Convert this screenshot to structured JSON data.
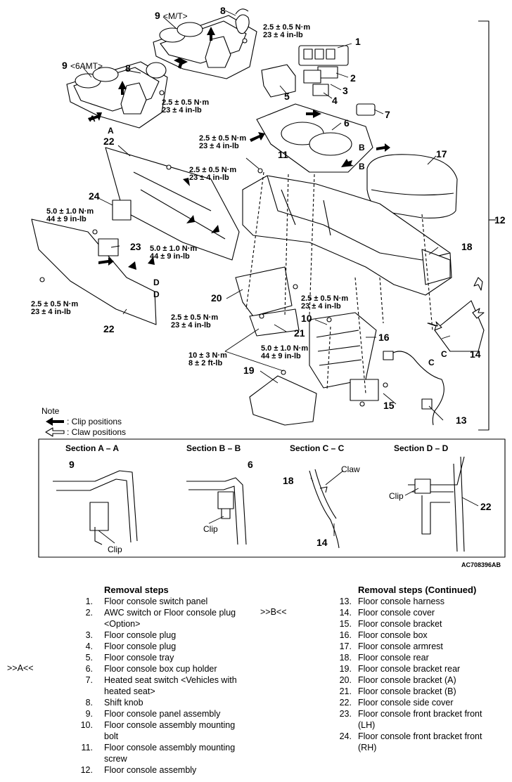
{
  "part_labels": {
    "p1": "1",
    "p2": "2",
    "p3": "3",
    "p4": "4",
    "p5": "5",
    "p6": "6",
    "p7": "7",
    "p8a": "8",
    "p8b": "8",
    "p9mt": "9",
    "p9mt_note": "<M/T>",
    "p9amt": "9",
    "p9amt_note": "<6AMT>",
    "p10": "10",
    "p11": "11",
    "p12": "12",
    "p13": "13",
    "p14": "14",
    "p15": "15",
    "p16": "16",
    "p17": "17",
    "p18": "18",
    "p19": "19",
    "p20": "20",
    "p21": "21",
    "p22a": "22",
    "p22b": "22",
    "p23": "23",
    "p24": "24",
    "sec_a1": "A",
    "sec_a2": "A",
    "sec_b1": "B",
    "sec_b2": "B",
    "sec_c1": "C",
    "sec_c2": "C",
    "sec_d1": "D",
    "sec_d2": "D"
  },
  "torques": {
    "t1": [
      "2.5 ± 0.5 N·m",
      "23 ± 4 in-lb"
    ],
    "t2": [
      "2.5 ± 0.5 N·m",
      "23 ± 4 in-lb"
    ],
    "t3": [
      "2.5 ± 0.5 N·m",
      "23 ± 4 in-lb"
    ],
    "t4": [
      "2.5 ± 0.5 N·m",
      "23 ± 4 in-lb"
    ],
    "t5": [
      "5.0 ± 1.0 N·m",
      "44 ± 9 in-lb"
    ],
    "t6": [
      "5.0 ± 1.0 N·m",
      "44 ± 9 in-lb"
    ],
    "t7": [
      "2.5 ± 0.5 N·m",
      "23 ± 4 in-lb"
    ],
    "t8": [
      "2.5 ± 0.5 N·m",
      "23 ± 4 in-lb"
    ],
    "t9": [
      "2.5 ± 0.5 N·m",
      "23 ± 4 in-lb"
    ],
    "t10": [
      "5.0 ± 1.0 N·m",
      "44 ± 9 in-lb"
    ],
    "t11": [
      "10 ± 3 N·m",
      "8 ± 2 ft-lb"
    ]
  },
  "note": {
    "title": "Note",
    "clip": ": Clip positions",
    "claw": ": Claw positions"
  },
  "sections": {
    "aa": {
      "title": "Section A – A",
      "part": "9",
      "callout": "Clip"
    },
    "bb": {
      "title": "Section B – B",
      "part": "6",
      "callout": "Clip"
    },
    "cc": {
      "title": "Section C – C",
      "part_top": "18",
      "part_bottom": "14",
      "callout": "Claw"
    },
    "dd": {
      "title": "Section D – D",
      "part": "22",
      "callout": "Clip"
    }
  },
  "figure_code": "AC708396AB",
  "steps": {
    "heading": "Removal steps",
    "heading_cont": "Removal steps (Continued)",
    "marker_a": ">>A<<",
    "marker_b": ">>B<<",
    "left": [
      {
        "n": "1.",
        "t": "Floor console switch panel"
      },
      {
        "n": "2.",
        "t": "AWC switch or Floor console plug"
      },
      {
        "n": "",
        "t": "<Option>"
      },
      {
        "n": "3.",
        "t": "Floor console plug"
      },
      {
        "n": "4.",
        "t": "Floor console plug"
      },
      {
        "n": "5.",
        "t": "Floor console tray"
      },
      {
        "n": "6.",
        "t": "Floor console box cup holder"
      },
      {
        "n": "7.",
        "t": "Heated seat switch <Vehicles with"
      },
      {
        "n": "",
        "t": "heated seat>"
      },
      {
        "n": "8.",
        "t": "Shift knob"
      },
      {
        "n": "9.",
        "t": "Floor console panel assembly"
      },
      {
        "n": "10.",
        "t": "Floor console assembly mounting"
      },
      {
        "n": "",
        "t": "bolt"
      },
      {
        "n": "11.",
        "t": "Floor console assembly mounting"
      },
      {
        "n": "",
        "t": "screw"
      },
      {
        "n": "12.",
        "t": "Floor console assembly"
      }
    ],
    "right": [
      {
        "n": "13.",
        "t": "Floor console harness"
      },
      {
        "n": "14.",
        "t": "Floor console cover"
      },
      {
        "n": "15.",
        "t": "Floor console bracket"
      },
      {
        "n": "16.",
        "t": "Floor console box"
      },
      {
        "n": "17.",
        "t": "Floor console armrest"
      },
      {
        "n": "18.",
        "t": "Floor console rear"
      },
      {
        "n": "19.",
        "t": "Floor console bracket rear"
      },
      {
        "n": "20.",
        "t": "Floor console bracket (A)"
      },
      {
        "n": "21.",
        "t": "Floor console bracket (B)"
      },
      {
        "n": "22.",
        "t": "Floor console side cover"
      },
      {
        "n": "23.",
        "t": "Floor console front bracket front"
      },
      {
        "n": "",
        "t": "(LH)"
      },
      {
        "n": "24.",
        "t": "Floor console front bracket front"
      },
      {
        "n": "",
        "t": "(RH)"
      }
    ]
  }
}
